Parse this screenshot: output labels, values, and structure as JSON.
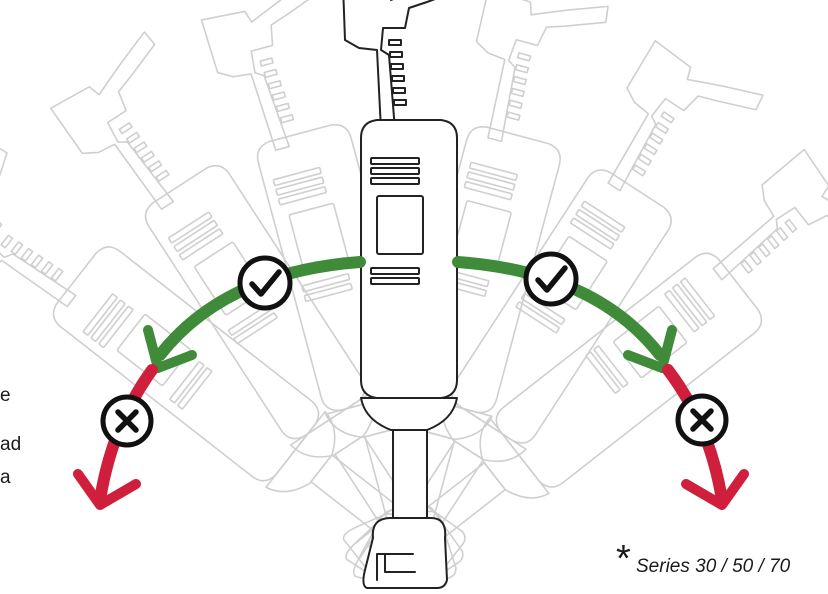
{
  "diagram": {
    "fragments": [
      "e",
      "ad",
      "a"
    ],
    "footnote": {
      "marker": "*",
      "text": "Series 30 / 50 / 70"
    },
    "indicators": {
      "allowed": "check-icon",
      "forbidden": "cross-icon"
    },
    "colors": {
      "allowed_arrow": "#3f8b3a",
      "forbidden_arrow": "#d01f3c",
      "outline": "#222222",
      "ghost_outline": "#cfcfcf"
    }
  }
}
